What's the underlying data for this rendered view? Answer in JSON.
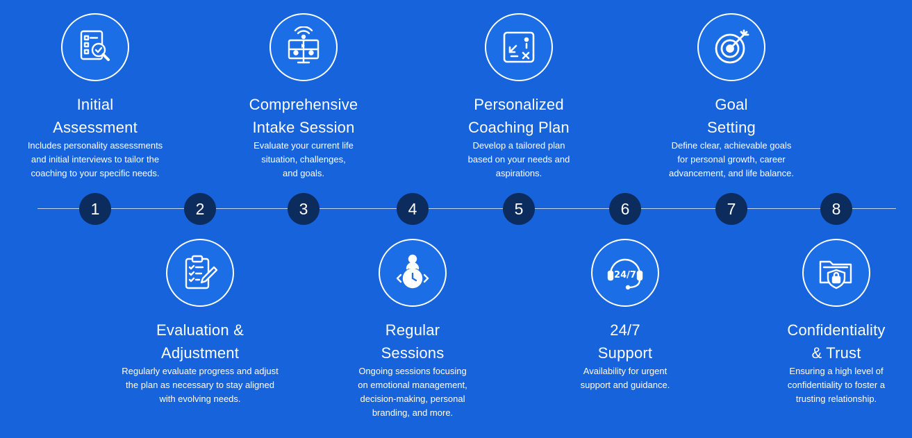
{
  "steps": [
    {
      "number": "1",
      "title_lines": [
        "Initial",
        "Assessment"
      ],
      "desc_lines": [
        "Includes personality assessments",
        "and initial interviews to tailor the",
        "coaching to your specific needs."
      ],
      "icon": "checklist-search-icon"
    },
    {
      "number": "2",
      "title_lines": [
        "Evaluation &",
        "Adjustment"
      ],
      "desc_lines": [
        "Regularly evaluate progress and adjust",
        "the plan as necessary to stay aligned",
        "with evolving needs."
      ],
      "icon": "clipboard-edit-icon"
    },
    {
      "number": "3",
      "title_lines": [
        "Comprehensive",
        "Intake Session"
      ],
      "desc_lines": [
        "Evaluate your current life",
        "situation, challenges,",
        "and goals."
      ],
      "icon": "video-meeting-icon"
    },
    {
      "number": "4",
      "title_lines": [
        "Regular",
        "Sessions"
      ],
      "desc_lines": [
        "Ongoing sessions focusing",
        "on emotional management,",
        "decision-making, personal",
        "branding, and more."
      ],
      "icon": "person-clock-icon"
    },
    {
      "number": "5",
      "title_lines": [
        "Personalized",
        "Coaching Plan"
      ],
      "desc_lines": [
        "Develop a tailored plan",
        "based on your needs and",
        "aspirations."
      ],
      "icon": "strategy-board-icon"
    },
    {
      "number": "6",
      "title_lines": [
        "24/7",
        "Support"
      ],
      "desc_lines": [
        "Availability for urgent",
        "support and guidance."
      ],
      "icon": "headset-24-7-icon",
      "icon_text": "24/7"
    },
    {
      "number": "7",
      "title_lines": [
        "Goal",
        "Setting"
      ],
      "desc_lines": [
        "Define clear, achievable goals",
        "for personal growth, career",
        "advancement, and life balance."
      ],
      "icon": "target-arrow-icon"
    },
    {
      "number": "8",
      "title_lines": [
        "Confidentiality",
        "& Trust"
      ],
      "desc_lines": [
        "Ensuring a high level of",
        "confidentiality to foster a",
        "trusting relationship."
      ],
      "icon": "folder-shield-lock-icon"
    }
  ]
}
